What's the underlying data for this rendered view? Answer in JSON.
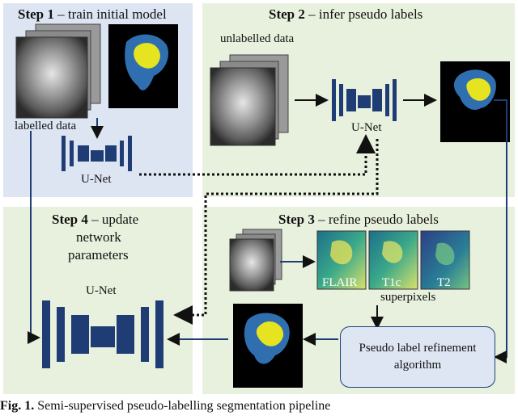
{
  "colors": {
    "step1_bg": "#dde5f3",
    "step_bg": "#e8f1dd",
    "unet": "#1f3d74",
    "edge": "#111111"
  },
  "steps": [
    {
      "bold": "Step 1",
      "rest": " – train initial model"
    },
    {
      "bold": "Step 2",
      "rest": " – infer pseudo labels"
    },
    {
      "bold": "Step 3",
      "rest": " – refine pseudo labels"
    },
    {
      "bold": "Step 4",
      "rest": " – update"
    }
  ],
  "step4_lines": [
    "network",
    "parameters"
  ],
  "labels": {
    "labelled": "labelled data",
    "unlabelled": "unlabelled data",
    "unet": "U-Net",
    "flair": "FLAIR",
    "t1c": "T1c",
    "t2": "T2",
    "superpixels": "superpixels"
  },
  "refine_box": {
    "line1": "Pseudo label refinement",
    "line2": "algorithm"
  },
  "caption": {
    "bold": "Fig. 1.",
    "rest": "   Semi-supervised pseudo-labelling segmentation pipeline"
  },
  "icons": [
    "mri-stack-icon",
    "segmentation-mask-icon",
    "unet-icon",
    "superpixel-map-icon",
    "arrow-icon"
  ]
}
